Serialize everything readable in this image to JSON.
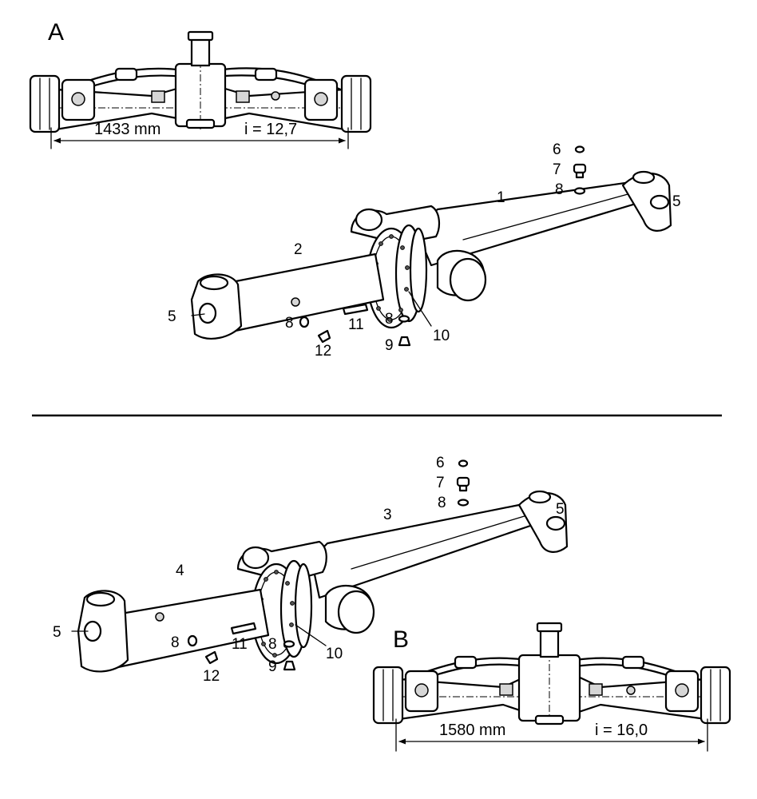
{
  "figure": {
    "view_a": {
      "letter": "A",
      "width_label": "1433 mm",
      "ratio_label": "i = 12,7"
    },
    "view_b": {
      "letter": "B",
      "width_label": "1580 mm",
      "ratio_label": "i = 16,0"
    },
    "upper_callouts": {
      "c1": "1",
      "c2": "2",
      "c5a": "5",
      "c5b": "5",
      "c6": "6",
      "c7": "7",
      "c8a": "8",
      "c8b": "8",
      "c8c": "8",
      "c9": "9",
      "c10": "10",
      "c11": "11",
      "c12": "12"
    },
    "lower_callouts": {
      "c3": "3",
      "c4": "4",
      "c5a": "5",
      "c5b": "5",
      "c6": "6",
      "c7": "7",
      "c8a": "8",
      "c8b": "8",
      "c8c": "8",
      "c9": "9",
      "c10": "10",
      "c11": "11",
      "c12": "12"
    }
  }
}
